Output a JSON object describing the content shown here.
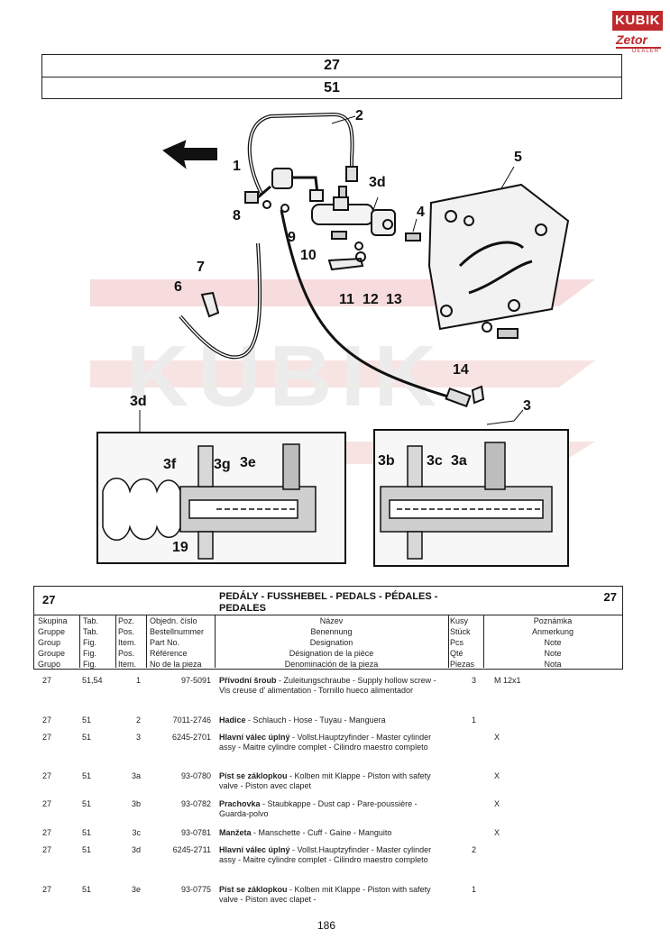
{
  "logo": {
    "brand": "KUBIK",
    "sub": "Zetor",
    "tag": "DEALER"
  },
  "header": {
    "group": "27",
    "table": "51"
  },
  "figure": {
    "callouts": [
      "2",
      "1",
      "8",
      "3d",
      "5",
      "4",
      "9",
      "10",
      "11",
      "12",
      "13",
      "7",
      "6",
      "14",
      "3d",
      "3",
      "3f",
      "3g",
      "3e",
      "19",
      "3b",
      "3c",
      "3a"
    ]
  },
  "section": {
    "group_left": "27",
    "group_right": "27",
    "title": "PEDÁLY - FUSSHEBEL - PEDALS - PÉDALES - PEDALES"
  },
  "columns": {
    "skupina": [
      "Skupina",
      "Gruppe",
      "Group",
      "Groupe",
      "Grupo"
    ],
    "tab": [
      "Tab.",
      "Tab.",
      "Fig.",
      "Fig.",
      "Fig."
    ],
    "poz": [
      "Poz.",
      "Pos.",
      "Item.",
      "Pos.",
      "Item."
    ],
    "obj": [
      "Objedn. číslo",
      "Bestellnummer",
      "Part No.",
      "Référence",
      "No de la pieza"
    ],
    "nazev": [
      "Název",
      "Benennung",
      "Designation",
      "Désignation de la pièce",
      "Denominación de la pieza"
    ],
    "kusy": [
      "Kusy",
      "Stück",
      "Pcs",
      "Qté",
      "Piezas"
    ],
    "poznamka": [
      "Poznámka",
      "Anmerkung",
      "Note",
      "Note",
      "Nota"
    ]
  },
  "rows": [
    {
      "sk": "27",
      "tab": "51,54",
      "poz": "1",
      "obj": "97-5091",
      "bold": "Přívodní šroub",
      "rest": " - Zuleitungschraube - Supply hollow screw - Vis creuse d' alimentation - Tornillo hueco alimentador",
      "kusy": "3",
      "note": "M 12x1"
    },
    {
      "sk": "27",
      "tab": "51",
      "poz": "2",
      "obj": "7011-2746",
      "bold": "Hadice",
      "rest": " - Schlauch - Hose - Tuyau - Manguera",
      "kusy": "1",
      "note": ""
    },
    {
      "sk": "27",
      "tab": "51",
      "poz": "3",
      "obj": "6245-2701",
      "bold": "Hlavní válec úplný",
      "rest": " - Vollst.Hauptzyfinder - Master cylinder assy - Maitre cylindre complet - Cilindro maestro completo",
      "kusy": "",
      "note": "X"
    },
    {
      "sk": "27",
      "tab": "51",
      "poz": "3a",
      "obj": "93-0780",
      "bold": "Píst se záklopkou",
      "rest": " - Kolben mit Klappe - Piston with safety valve - Piston avec clapet",
      "kusy": "",
      "note": "X"
    },
    {
      "sk": "27",
      "tab": "51",
      "poz": "3b",
      "obj": "93-0782",
      "bold": "Prachovka",
      "rest": " - Staubkappe - Dust cap - Pare-poussière - Guarda-polvo",
      "kusy": "",
      "note": "X"
    },
    {
      "sk": "27",
      "tab": "51",
      "poz": "3c",
      "obj": "93-0781",
      "bold": "Manžeta",
      "rest": " - Manschette - Cuff - Gaine - Manguito",
      "kusy": "",
      "note": "X"
    },
    {
      "sk": "27",
      "tab": "51",
      "poz": "3d",
      "obj": "6245-2711",
      "bold": "Hlavní válec úplný",
      "rest": " - Vollst.Hauptzyfinder - Master cylinder assy - Maitre cylindre complet - Cilindro maestro completo",
      "kusy": "2",
      "note": ""
    },
    {
      "sk": "27",
      "tab": "51",
      "poz": "3e",
      "obj": "93-0775",
      "bold": "Píst se záklopkou",
      "rest": " - Kolben mit Klappe - Piston with safety valve - Piston avec clapet -",
      "kusy": "1",
      "note": ""
    }
  ],
  "page_number": "186"
}
